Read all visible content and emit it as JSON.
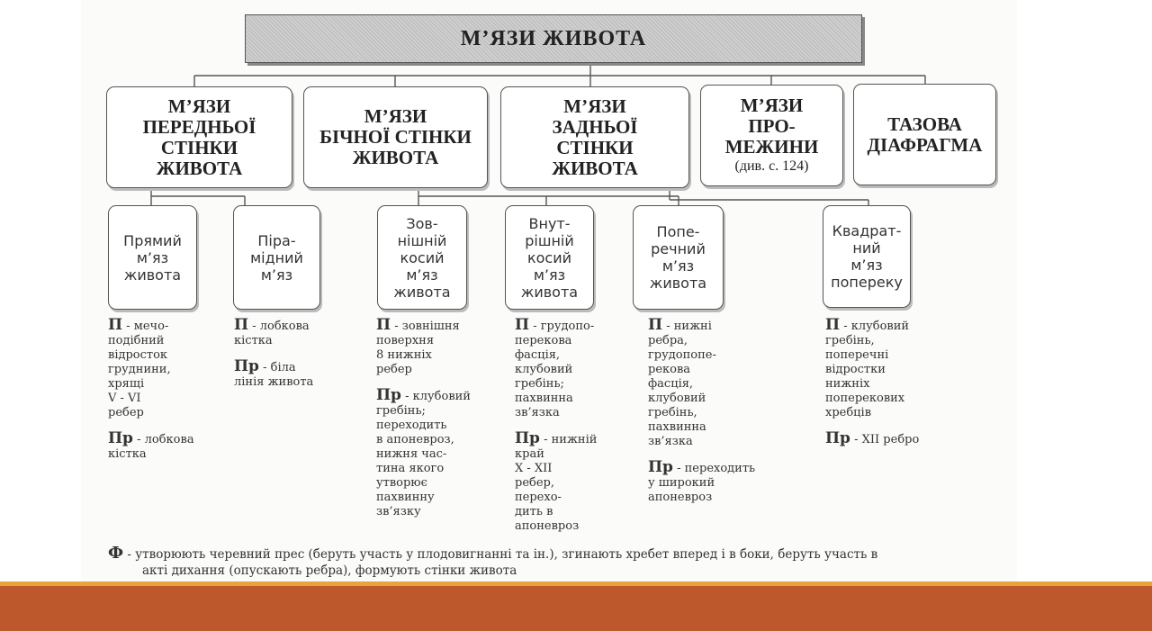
{
  "title": "М’ЯЗИ ЖИВОТА",
  "groups": [
    {
      "lines": [
        "М’ЯЗИ",
        "ПЕРЕДНЬОЇ",
        "СТІНКИ",
        "ЖИВОТА"
      ]
    },
    {
      "lines": [
        "М’ЯЗИ",
        "БІЧНОЇ СТІНКИ",
        "ЖИВОТА"
      ]
    },
    {
      "lines": [
        "М’ЯЗИ",
        "ЗАДНЬОЇ",
        "СТІНКИ",
        "ЖИВОТА"
      ]
    },
    {
      "lines": [
        "М’ЯЗИ",
        "ПРО-",
        "МЕЖИНИ"
      ],
      "note": "(див. с. 124)"
    },
    {
      "lines": [
        "ТАЗОВА",
        "ДІАФРАГМА"
      ]
    }
  ],
  "muscles": [
    {
      "lines": [
        "Прямий",
        "м’яз",
        "живота"
      ],
      "origin": [
        "мечо-",
        "подібний",
        "відросток",
        "груднини,",
        "хрящі",
        "V - VI",
        "ребер"
      ],
      "insertion": [
        "лобкова",
        "кістка"
      ]
    },
    {
      "lines": [
        "Піра-",
        "мідний",
        "м’яз"
      ],
      "origin": [
        "лобкова",
        "кістка"
      ],
      "insertion": [
        "біла",
        "лінія живота"
      ]
    },
    {
      "lines": [
        "Зов-",
        "нішній",
        "косий",
        "м’яз",
        "живота"
      ],
      "origin": [
        "зовнішня",
        "поверхня",
        "8 нижніх",
        "ребер"
      ],
      "insertion": [
        "клубовий",
        "гребінь;",
        "переходить",
        "в апоневроз,",
        "нижня час-",
        "тина якого",
        "утворює",
        "пахвинну",
        "зв’язку"
      ]
    },
    {
      "lines": [
        "Внут-",
        "рішній",
        "косий",
        "м’яз",
        "живота"
      ],
      "origin": [
        "грудопо-",
        "перекова",
        "фасція,",
        "клубовий",
        "гребінь;",
        "пахвинна",
        "зв’язка"
      ],
      "insertion": [
        "нижній",
        "край",
        "X - XII",
        "ребер,",
        "перехо-",
        "дить в",
        "апоневроз"
      ]
    },
    {
      "lines": [
        "Попе-",
        "речний",
        "м’яз",
        "живота"
      ],
      "origin": [
        "нижні",
        "ребра,",
        "грудопопе-",
        "рекова",
        "фасція,",
        "клубовий",
        "гребінь,",
        "пахвинна",
        "зв’язка"
      ],
      "insertion": [
        "переходить",
        "у широкий",
        "апоневроз"
      ]
    },
    {
      "lines": [
        "Квадрат-",
        "ний",
        "м’яз",
        "поперeку"
      ],
      "origin": [
        "клубовий",
        "гребінь,",
        "поперечні",
        "відростки",
        "нижніх",
        "поперекових",
        "хребців"
      ],
      "insertion": [
        "XII ребро"
      ]
    }
  ],
  "labels": {
    "origin": "П",
    "insertion": "Пр",
    "function": "Ф",
    "dash": "-"
  },
  "function_text": [
    "утворюють черевний прес (беруть участь у плодовигнанні та ін.), згинають хребет вперед і в боки, беруть участь в",
    "акті  дихання (опускають ребра), формують стінки живота"
  ],
  "colors": {
    "band": "#bd582c",
    "band_line": "#e8a33a",
    "title_fill": "#cfcfcf"
  }
}
